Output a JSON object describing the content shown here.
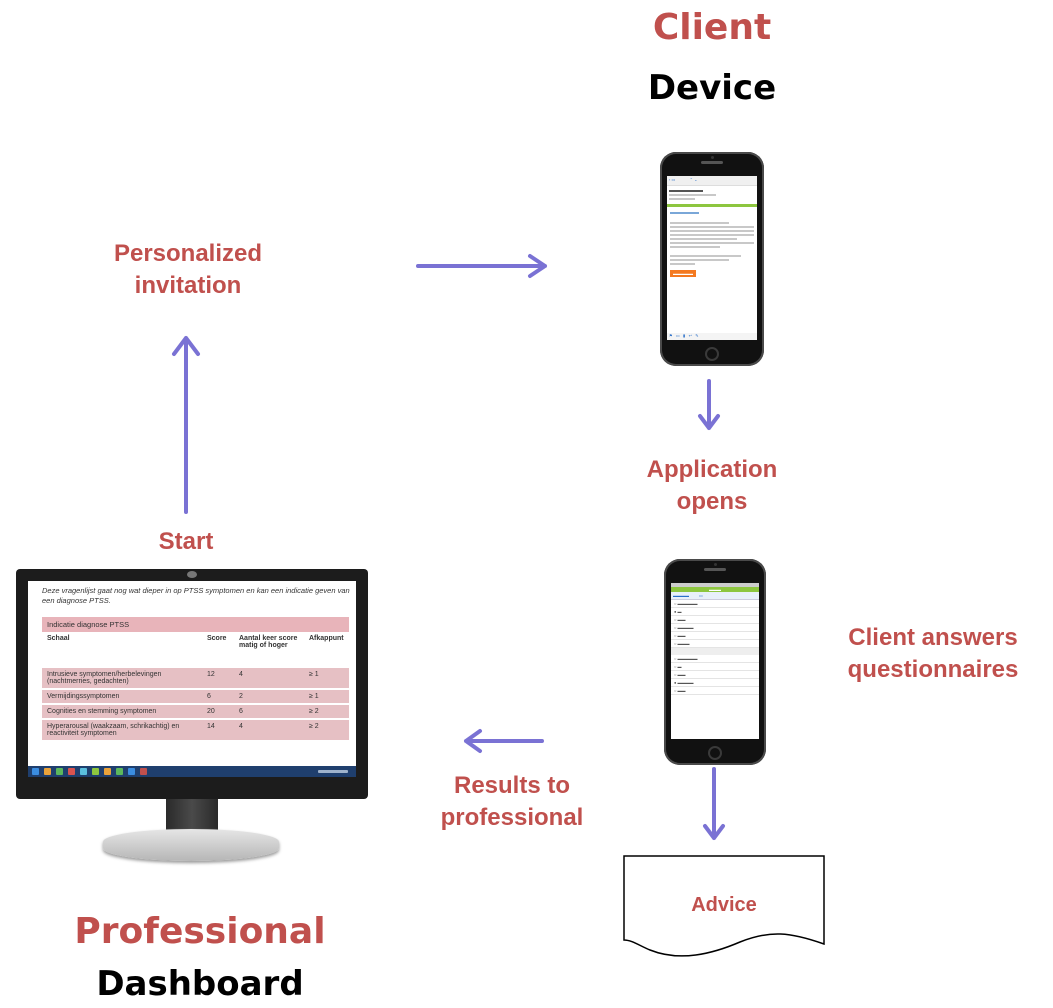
{
  "labels": {
    "personalized_invitation": [
      "Personalized",
      "invitation"
    ],
    "start": "Start",
    "application_opens": [
      "Application",
      "opens"
    ],
    "client_answers": [
      "Client answers",
      "questionnaires"
    ],
    "results_to_professional": [
      "Results to",
      "professional"
    ],
    "advice": "Advice"
  },
  "client_device": {
    "title_red": "Client",
    "title_black": "Device"
  },
  "professional_dashboard": {
    "title_red": "Professional",
    "title_black": "Dashboard"
  },
  "colors": {
    "label_red": "#c0504d",
    "arrow": "#7a72d4"
  },
  "dashboard_screen": {
    "intro": "Deze vragenlijst gaat nog wat dieper in op PTSS symptomen en kan een indicatie geven van een diagnose PTSS.",
    "table_caption": "Indicatie diagnose PTSS",
    "headers": [
      "Schaal",
      "Score",
      "Aantal keer score matig of hoger",
      "Afkappunt"
    ],
    "rows": [
      [
        "Intrusieve symptomen/herbelevingen (nachtmerries, gedachten)",
        "12",
        "4",
        "≥ 1"
      ],
      [
        "Vermijdingssymptomen",
        "6",
        "2",
        "≥ 1"
      ],
      [
        "Cognities en stemming symptomen",
        "20",
        "6",
        "≥ 2"
      ],
      [
        "Hyperarousal (waakzaam, schrikachtig) en reactiviteit symptomen",
        "14",
        "4",
        "≥ 2"
      ]
    ]
  }
}
